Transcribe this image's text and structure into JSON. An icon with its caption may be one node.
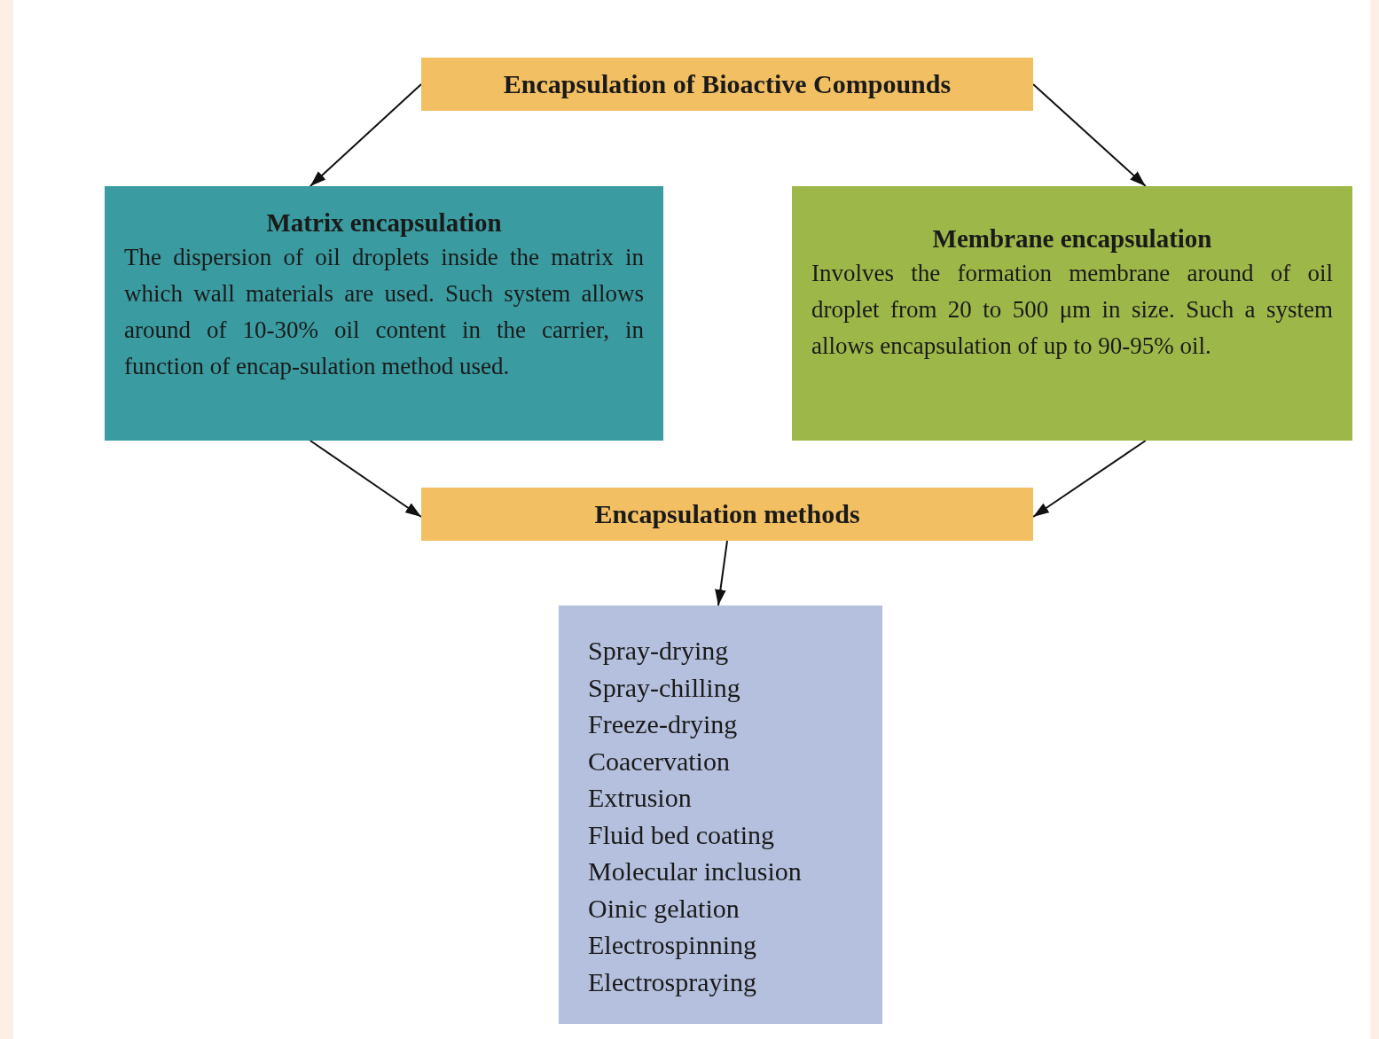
{
  "diagram": {
    "nodes": [
      {
        "text": [
          "Encapsulation of Bioactive Compounds"
        ]
      },
      {
        "text": [
          "Matrix encapsulation",
          "The dispersion of oil droplets inside the matrix in which wall materials are used. Such system allows around of 10-30% oil content in the carrier, in function of encap-sulation method used."
        ]
      },
      {
        "text": [
          "Membrane encapsulation",
          "Involves the formation membrane around of oil droplet from 20 to 500 μm in size. Such a system allows encapsulation of up to 90-95% oil."
        ]
      },
      {
        "text": [
          "Encapsulation methods"
        ]
      },
      {
        "text": [
          "Spray-drying",
          "Spray-chilling",
          "Freeze-drying",
          "Coacervation",
          "Extrusion",
          "Fluid bed coating",
          "Molecular inclusion",
          "Oinic gelation",
          "Electrospinning",
          "Electrospraying"
        ]
      }
    ],
    "edges": [
      {
        "from": 0,
        "to": 1,
        "arrow": "to"
      },
      {
        "from": 0,
        "to": 2,
        "arrow": "to"
      },
      {
        "from": 1,
        "to": 3,
        "arrow": "to"
      },
      {
        "from": 2,
        "to": 3,
        "arrow": "to"
      },
      {
        "from": 3,
        "to": 4,
        "arrow": "to"
      }
    ]
  }
}
